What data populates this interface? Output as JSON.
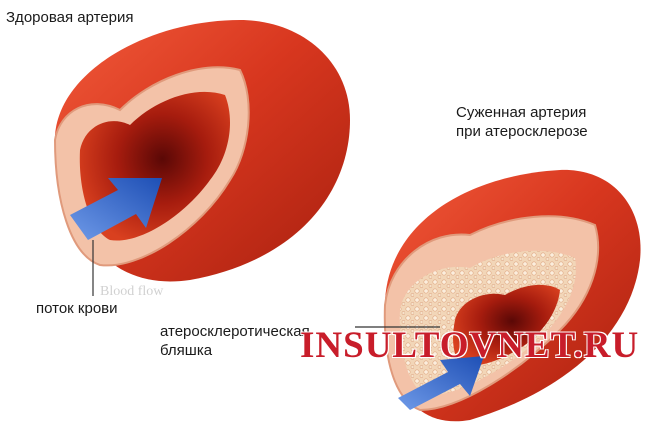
{
  "labels": {
    "healthy_artery": "Здоровая артерия",
    "narrowed_artery": "Суженная артерия\nпри атеросклерозе",
    "blood_flow": "поток крови",
    "plaque": "атеросклеротическая\nбляшка",
    "faint_caption": "Blood flow"
  },
  "watermark": "INSULTOVNET.RU",
  "colors": {
    "artery_outer": "#d8371f",
    "artery_inner": "#b31f10",
    "wall_cut": "#f3c2a8",
    "arrow": "#2f63c9",
    "plaque": "#f3ddc2",
    "watermark": "#c81d2a"
  }
}
